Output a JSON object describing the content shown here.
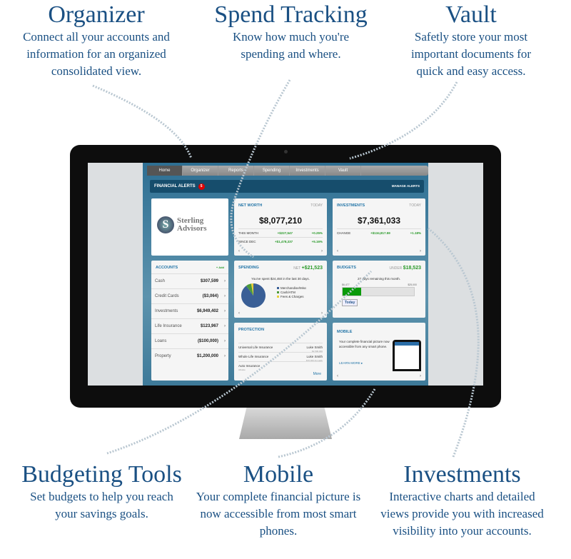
{
  "features": [
    {
      "title": "Organizer",
      "text": "Connect all your accounts and information for an organized consolidated view."
    },
    {
      "title": "Spend Tracking",
      "text": "Know how much you're spending and where."
    },
    {
      "title": "Vault",
      "text": "Safetly store your most important documents for quick and easy access."
    },
    {
      "title": "Budgeting Tools",
      "text": "Set budgets to help you reach your savings goals."
    },
    {
      "title": "Mobile",
      "text": "Your complete financial picture is now accessible from most smart phones."
    },
    {
      "title": "Investments",
      "text": "Interactive charts and detailed views provide you with increased visibility into your accounts."
    }
  ],
  "nav": [
    "Home",
    "Organizer",
    "Reports",
    "Spending",
    "Investments",
    "Vault"
  ],
  "alerts": {
    "title": "FINANCIAL ALERTS",
    "count": "5",
    "manage": "MANAGE ALERTS"
  },
  "logo": {
    "name": "Sterling Advisors"
  },
  "net_worth": {
    "title": "NET WORTH",
    "period": "TODAY",
    "value": "$8,077,210",
    "rows": [
      [
        "THIS MONTH",
        "+$227,547",
        "+0.25%"
      ],
      [
        "SINCE DEC",
        "+$1,478,337",
        "+5.16%"
      ]
    ]
  },
  "investments": {
    "title": "INVESTMENTS",
    "period": "TODAY",
    "value": "$7,361,033",
    "change_label": "CHANGE",
    "change": "+$134,817.59",
    "pct": "+1.18%"
  },
  "accounts": {
    "title": "ACCOUNTS",
    "add": "+ Add",
    "items": [
      [
        "Cash",
        "$307,599"
      ],
      [
        "Credit Cards",
        "($3,064)"
      ],
      [
        "Investments",
        "$6,949,402"
      ],
      [
        "Life Insurance",
        "$123,967"
      ],
      [
        "Loans",
        "($100,000)"
      ],
      [
        "Property",
        "$1,200,000"
      ]
    ]
  },
  "spending": {
    "title": "SPENDING",
    "net_label": "NET",
    "net": "+$21,523",
    "summary": "You've spent $24,450 in the last 30 days.",
    "legend": [
      "Merchandise/Misc",
      "Cash/ATM",
      "Fees & Charges"
    ],
    "colors": [
      "#3a5f96",
      "#4c9a3a",
      "#e5cf3a"
    ],
    "shares": [
      0.9,
      0.07,
      0.03
    ]
  },
  "budgets": {
    "title": "BUDGETS",
    "under_label": "UNDER",
    "under": "$18,523",
    "remaining": "27 days remaining this month.",
    "spent": "$6,477",
    "limit": "$25,000",
    "fraction": 0.26,
    "today": "Today"
  },
  "protection": {
    "title": "PROTECTION",
    "items": [
      [
        "Universal Life Insurance",
        "Luke Smith",
        "$2,500,000"
      ],
      [
        "Whole Life Insurance",
        "Luke Smith",
        "$70,000 Annually"
      ],
      [
        "Auto Insurance",
        "",
        ""
      ]
    ],
    "auto_sub": "Allstate",
    "more": "More"
  },
  "mobile": {
    "title": "MOBILE",
    "text": "Your complete financial picture now accessible from any smart phone.",
    "learn": "LEARN MORE ▸"
  }
}
